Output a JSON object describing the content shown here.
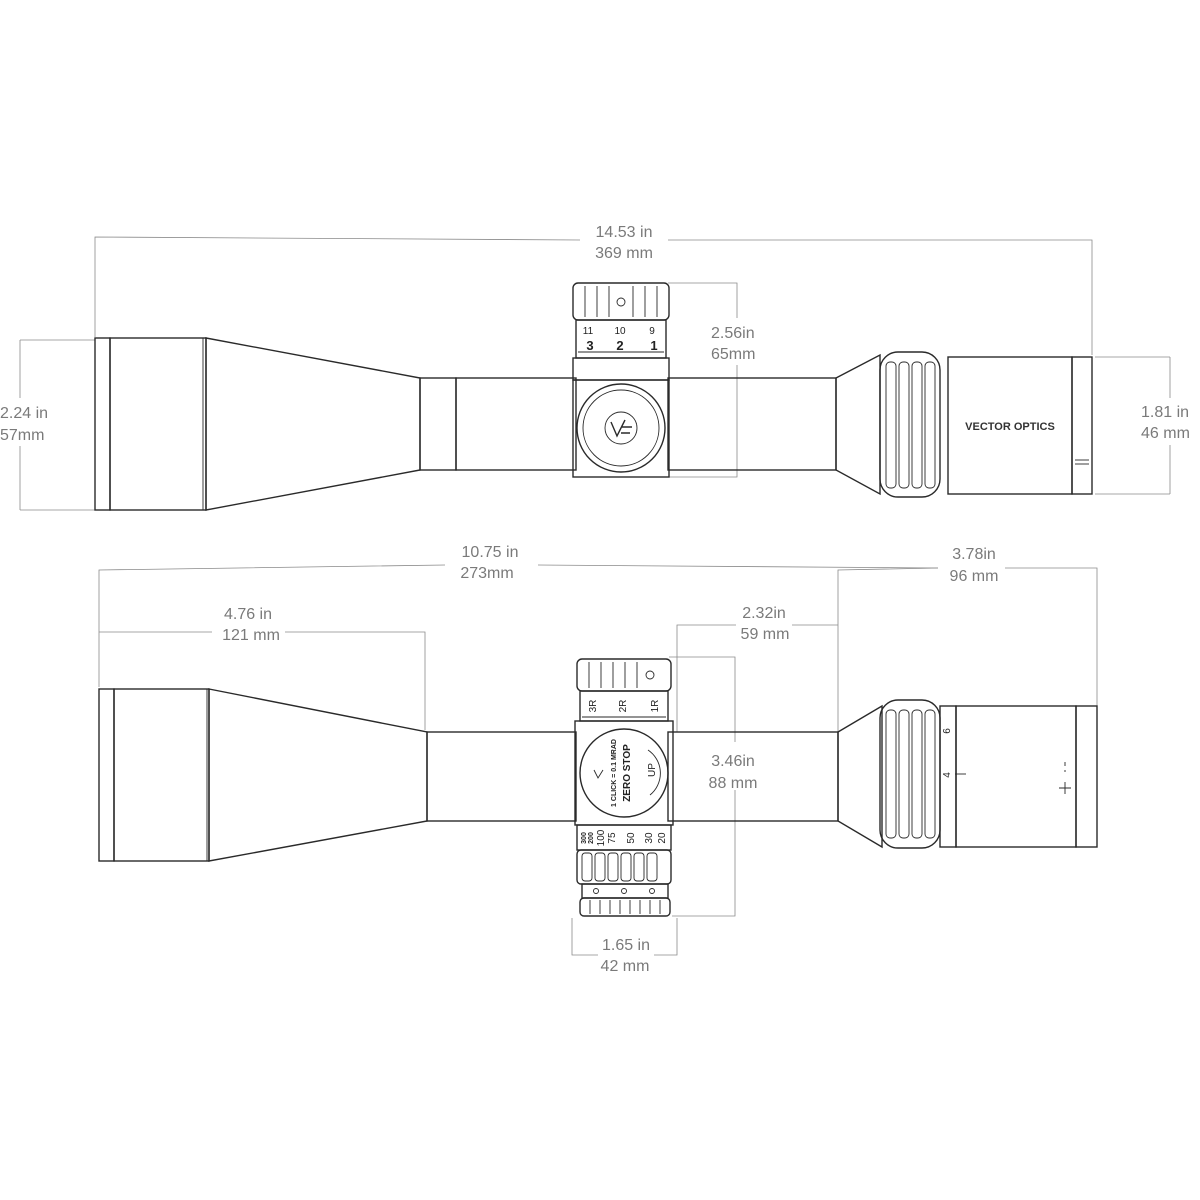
{
  "top_view": {
    "overall_length": {
      "in": "14.53 in",
      "mm": "369 mm"
    },
    "turret_height": {
      "in": "2.56in",
      "mm": "65mm"
    },
    "objective_diameter": {
      "in": "2.24 in",
      "mm": "57mm"
    },
    "eyepiece_diameter": {
      "in": "1.81 in",
      "mm": "46 mm"
    },
    "elevation_scale_top": [
      "11",
      "10",
      "9"
    ],
    "elevation_scale_bottom": [
      "3",
      "2",
      "1"
    ],
    "brand_text": "VECTOR OPTICS"
  },
  "side_view": {
    "tube_length": {
      "in": "10.75 in",
      "mm": "273mm"
    },
    "eyepiece_length": {
      "in": "3.78in",
      "mm": "96 mm"
    },
    "objective_length": {
      "in": "4.76 in",
      "mm": "121 mm"
    },
    "turret_to_eyepiece": {
      "in": "2.32in",
      "mm": "59 mm"
    },
    "turret_height": {
      "in": "3.46in",
      "mm": "88 mm"
    },
    "turret_width": {
      "in": "1.65 in",
      "mm": "42 mm"
    },
    "windage_labels": [
      "3R",
      "2R",
      "1R"
    ],
    "turret_cap_text": [
      "1 CLICK = 0.1 MRAD",
      "ZERO STOP"
    ],
    "up_label": "UP",
    "parallax_labels": [
      "100",
      "75",
      "50",
      "30",
      "20"
    ],
    "parallax_small_labels": [
      "300",
      "200"
    ],
    "magnification_labels": [
      "6",
      "4"
    ]
  }
}
